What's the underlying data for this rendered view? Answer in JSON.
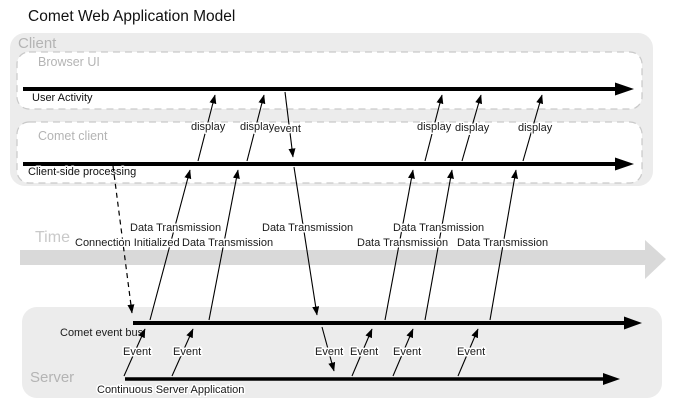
{
  "title": "Comet Web Application Model",
  "colors": {
    "container_fill": "#ececec",
    "dashed_border": "#c9c9c9",
    "muted_label": "#b4b4b4",
    "time_arrow": "#d9d9d9",
    "timeline": "#000000"
  },
  "client": {
    "label": "Client",
    "browser_ui": {
      "label": "Browser UI",
      "timeline_label": "User Activity"
    },
    "comet_client": {
      "label": "Comet client",
      "timeline_label": "Client-side processing"
    }
  },
  "time_axis": {
    "label": "Time"
  },
  "server": {
    "label": "Server",
    "event_bus_label": "Comet event bus",
    "application_label": "Continuous Server Application"
  },
  "annotations": {
    "connection_initialized": "Connection Initialized",
    "user_event": "event",
    "displays": [
      "display",
      "display",
      "display",
      "display",
      "display"
    ],
    "data_transmissions": [
      "Data Transmission",
      "Data Transmission",
      "Data Transmission",
      "Data Transmission",
      "Data Transmission",
      "Data Transmission"
    ],
    "events": [
      "Event",
      "Event",
      "Event",
      "Event",
      "Event",
      "Event"
    ]
  }
}
